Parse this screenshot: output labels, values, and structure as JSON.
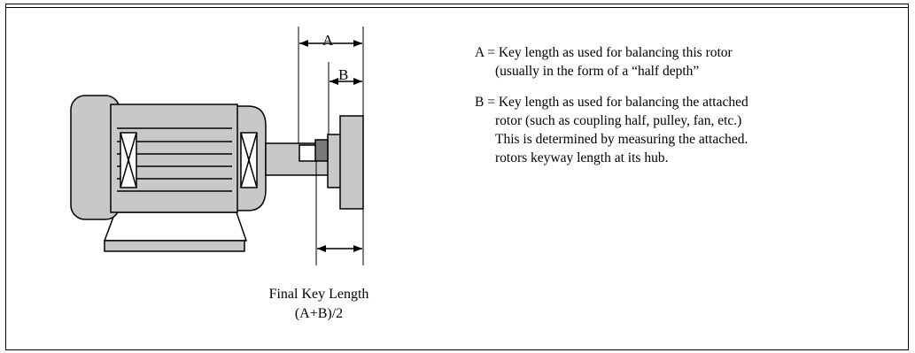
{
  "labels": {
    "a": "A",
    "b": "B"
  },
  "caption": {
    "line1": "Final Key Length",
    "line2": "(A+B)/2"
  },
  "definitions": {
    "a": {
      "line1": "A = Key length as used for balancing this rotor",
      "line2": "(usually in the form of a “half depth”"
    },
    "b": {
      "line1": "B = Key length as used for balancing the attached",
      "line2": "rotor (such as coupling half, pulley, fan, etc.)",
      "line3": "This is determined by measuring the attached.",
      "line4": "rotors keyway length at its hub."
    }
  },
  "colors": {
    "motor_fill": "#c8c8c8",
    "stroke": "#000000",
    "background": "#ffffff"
  }
}
